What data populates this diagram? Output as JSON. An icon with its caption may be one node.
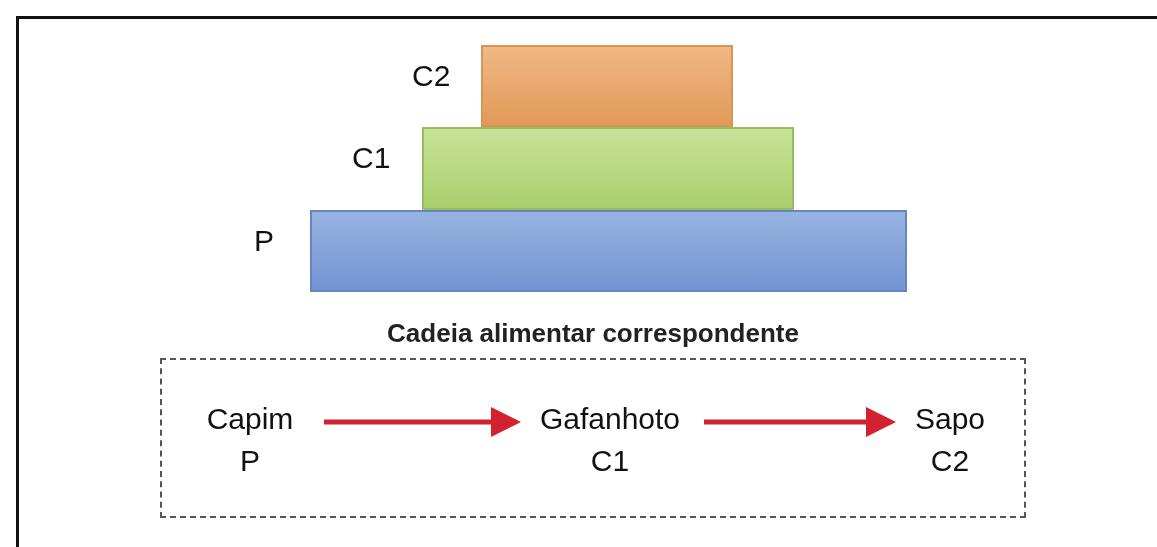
{
  "diagram": {
    "nodes": [
      {
        "text": [],
        "shape": "bar",
        "beside": [
          "C2"
        ]
      },
      {
        "text": [],
        "shape": "bar",
        "beside": [
          "C1"
        ]
      },
      {
        "text": [],
        "shape": "bar",
        "beside": [
          "P"
        ]
      },
      {
        "text": [
          "Cadeia alimentar correspondente"
        ]
      },
      {
        "text": [
          "Capim",
          "P"
        ],
        "in": 3
      },
      {
        "text": [
          "Gafanhoto",
          "C1"
        ],
        "in": 3
      },
      {
        "text": [
          "Sapo",
          "C2"
        ],
        "in": 3
      }
    ],
    "edges": [
      {
        "from": 4,
        "to": 5,
        "arrow": "to"
      },
      {
        "from": 5,
        "to": 6,
        "arrow": "to"
      }
    ]
  }
}
